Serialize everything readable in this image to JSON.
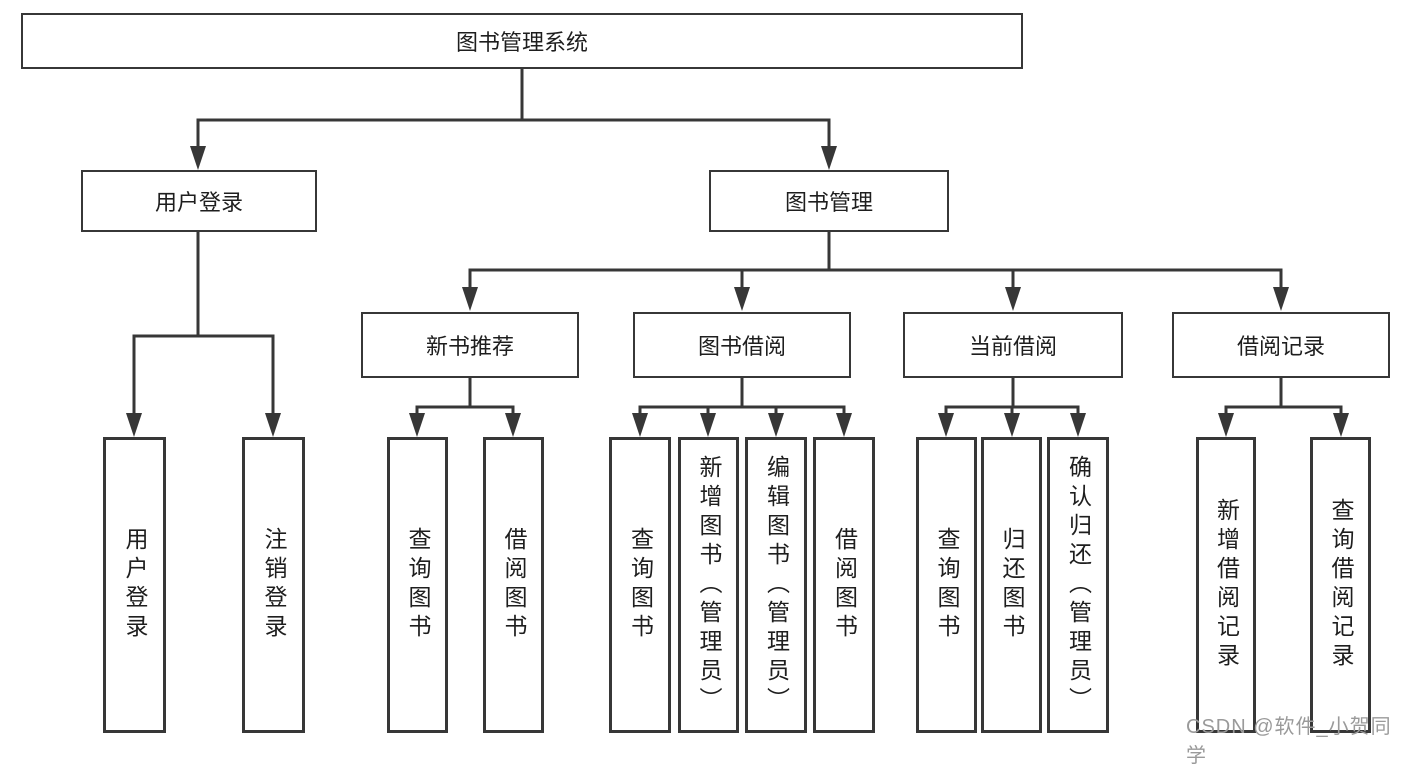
{
  "colors": {
    "line": "#373737",
    "box_border": "#373737",
    "text": "#1e1e1e",
    "watermark": "#9a9a9a",
    "background": "#ffffff"
  },
  "watermark": {
    "text": "CSDN @软件_小贺同学"
  },
  "diagram": {
    "root": {
      "label": "图书管理系统"
    },
    "branches": [
      {
        "label": "用户登录",
        "children": [
          {
            "label": "用户登录"
          },
          {
            "label": "注销登录"
          }
        ]
      },
      {
        "label": "图书管理",
        "groups": [
          {
            "label": "新书推荐",
            "children": [
              {
                "label": "查询图书"
              },
              {
                "label": "借阅图书"
              }
            ]
          },
          {
            "label": "图书借阅",
            "children": [
              {
                "label": "查询图书"
              },
              {
                "label": "新增图书（管理员）"
              },
              {
                "label": "编辑图书（管理员）"
              },
              {
                "label": "借阅图书"
              }
            ]
          },
          {
            "label": "当前借阅",
            "children": [
              {
                "label": "查询图书"
              },
              {
                "label": "归还图书"
              },
              {
                "label": "确认归还（管理员）"
              }
            ]
          },
          {
            "label": "借阅记录",
            "children": [
              {
                "label": "新增借阅记录"
              },
              {
                "label": "查询借阅记录"
              }
            ]
          }
        ]
      }
    ]
  }
}
